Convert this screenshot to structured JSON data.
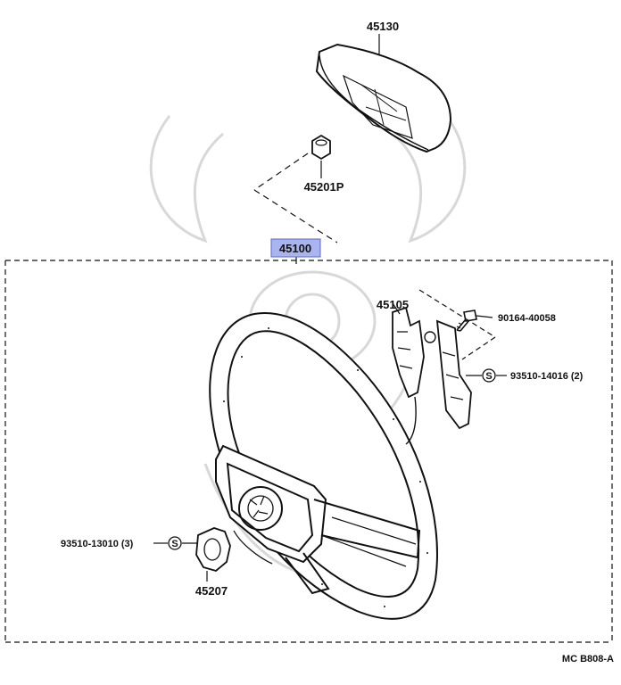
{
  "diagram": {
    "parts": {
      "horn_pad": "45130",
      "nut": "45201P",
      "steering_wheel": "45100",
      "bracket": "45105",
      "bolt": "90164-40058",
      "screw_right": "93510-14016 (2)",
      "screw_left": "93510-13010 (3)",
      "spacer": "45207"
    },
    "symbol_s": "S",
    "reference_code": "MC  B808-A",
    "colors": {
      "line": "#111111",
      "highlight": "#aab4ee",
      "highlight_border": "#5a6ad0",
      "watermark": "#d8d8d8"
    }
  }
}
